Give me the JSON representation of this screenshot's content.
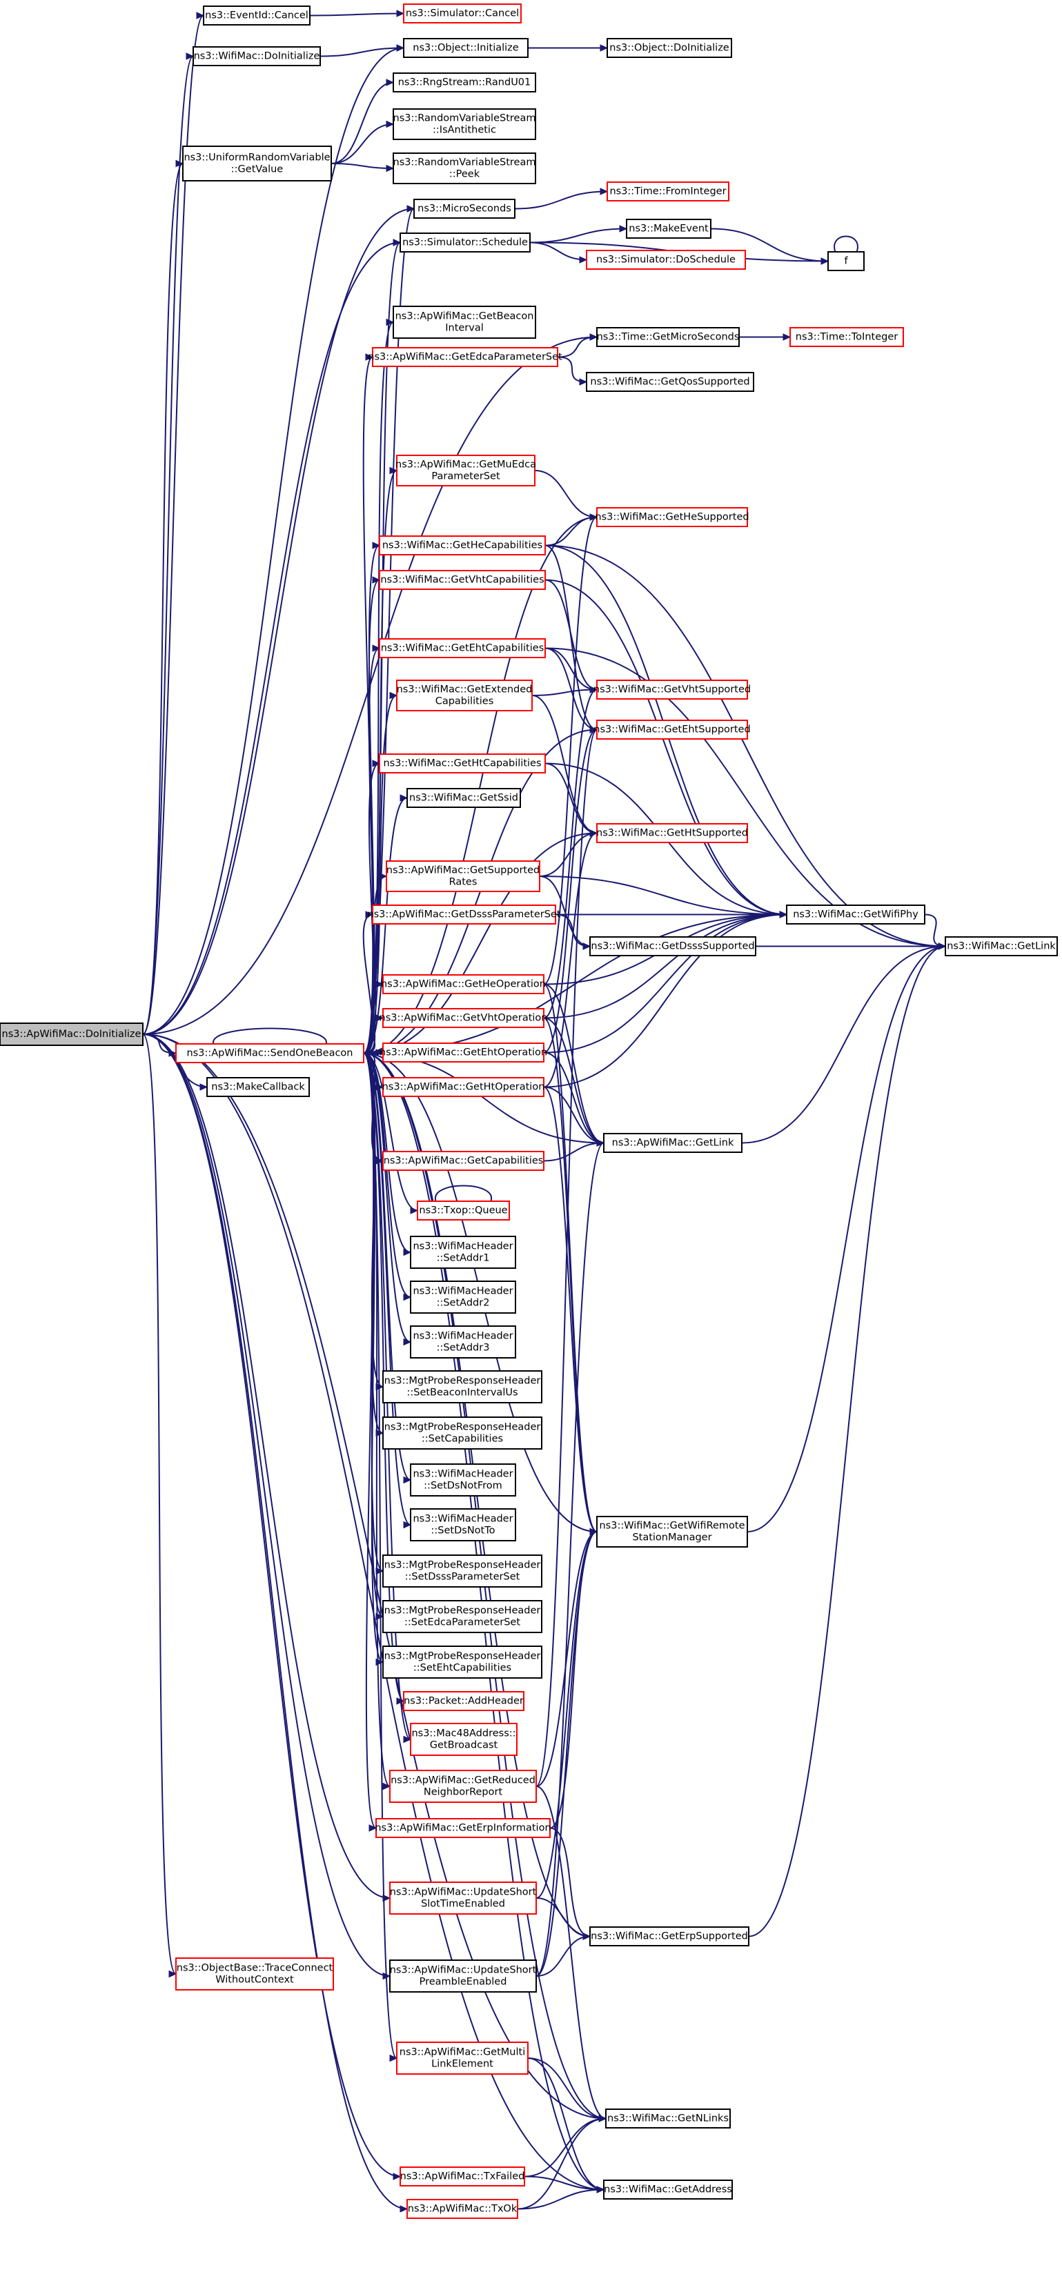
{
  "colors": {
    "edge": "#191970",
    "border_red": "#ff0000",
    "border_black": "#000000",
    "root_fill": "#bfbfbf",
    "fill": "#ffffff"
  },
  "nodes": [
    {
      "id": "root",
      "lines": [
        "ns3::ApWifiMac::DoInitialize"
      ],
      "style": "root"
    },
    {
      "id": "eventCancel",
      "lines": [
        "ns3::EventId::Cancel"
      ],
      "style": "black"
    },
    {
      "id": "simCancel",
      "lines": [
        "ns3::Simulator::Cancel"
      ],
      "style": "red"
    },
    {
      "id": "wifiDoInit",
      "lines": [
        "ns3::WifiMac::DoInitialize"
      ],
      "style": "black"
    },
    {
      "id": "objInit",
      "lines": [
        "ns3::Object::Initialize"
      ],
      "style": "black"
    },
    {
      "id": "objDoInit",
      "lines": [
        "ns3::Object::DoInitialize"
      ],
      "style": "black"
    },
    {
      "id": "randU01",
      "lines": [
        "ns3::RngStream::RandU01"
      ],
      "style": "black"
    },
    {
      "id": "isAnti",
      "lines": [
        "ns3::RandomVariableStream",
        "::IsAntithetic"
      ],
      "style": "black"
    },
    {
      "id": "uniform",
      "lines": [
        "ns3::UniformRandomVariable",
        "::GetValue"
      ],
      "style": "black"
    },
    {
      "id": "peek",
      "lines": [
        "ns3::RandomVariableStream",
        "::Peek"
      ],
      "style": "black"
    },
    {
      "id": "micro",
      "lines": [
        "ns3::MicroSeconds"
      ],
      "style": "black"
    },
    {
      "id": "fromInt",
      "lines": [
        "ns3::Time::FromInteger"
      ],
      "style": "red"
    },
    {
      "id": "schedule",
      "lines": [
        "ns3::Simulator::Schedule"
      ],
      "style": "black"
    },
    {
      "id": "makeEvent",
      "lines": [
        "ns3::MakeEvent"
      ],
      "style": "black"
    },
    {
      "id": "f",
      "lines": [
        "f"
      ],
      "style": "black"
    },
    {
      "id": "doSchedule",
      "lines": [
        "ns3::Simulator::DoSchedule"
      ],
      "style": "red"
    },
    {
      "id": "getBeacon",
      "lines": [
        "ns3::ApWifiMac::GetBeacon",
        "Interval"
      ],
      "style": "black"
    },
    {
      "id": "getMicroSec",
      "lines": [
        "ns3::Time::GetMicroSeconds"
      ],
      "style": "black"
    },
    {
      "id": "toInteger",
      "lines": [
        "ns3::Time::ToInteger"
      ],
      "style": "red"
    },
    {
      "id": "getEdca",
      "lines": [
        "ns3::ApWifiMac::GetEdcaParameterSet"
      ],
      "style": "red"
    },
    {
      "id": "qosSup",
      "lines": [
        "ns3::WifiMac::GetQosSupported"
      ],
      "style": "black"
    },
    {
      "id": "getMuEdca",
      "lines": [
        "ns3::ApWifiMac::GetMuEdca",
        "ParameterSet"
      ],
      "style": "red"
    },
    {
      "id": "heSup",
      "lines": [
        "ns3::WifiMac::GetHeSupported"
      ],
      "style": "red"
    },
    {
      "id": "heCap",
      "lines": [
        "ns3::WifiMac::GetHeCapabilities"
      ],
      "style": "red"
    },
    {
      "id": "vhtCap",
      "lines": [
        "ns3::WifiMac::GetVhtCapabilities"
      ],
      "style": "red"
    },
    {
      "id": "ehtCap",
      "lines": [
        "ns3::WifiMac::GetEhtCapabilities"
      ],
      "style": "red"
    },
    {
      "id": "extCap",
      "lines": [
        "ns3::WifiMac::GetExtended",
        "Capabilities"
      ],
      "style": "red"
    },
    {
      "id": "vhtSup",
      "lines": [
        "ns3::WifiMac::GetVhtSupported"
      ],
      "style": "red"
    },
    {
      "id": "ehtSup",
      "lines": [
        "ns3::WifiMac::GetEhtSupported"
      ],
      "style": "red"
    },
    {
      "id": "htCap",
      "lines": [
        "ns3::WifiMac::GetHtCapabilities"
      ],
      "style": "red"
    },
    {
      "id": "ssid",
      "lines": [
        "ns3::WifiMac::GetSsid"
      ],
      "style": "black"
    },
    {
      "id": "htSup",
      "lines": [
        "ns3::WifiMac::GetHtSupported"
      ],
      "style": "red"
    },
    {
      "id": "suppRates",
      "lines": [
        "ns3::ApWifiMac::GetSupported",
        "Rates"
      ],
      "style": "red"
    },
    {
      "id": "wifiPhy",
      "lines": [
        "ns3::WifiMac::GetWifiPhy"
      ],
      "style": "black"
    },
    {
      "id": "dsssParam",
      "lines": [
        "ns3::ApWifiMac::GetDsssParameterSet"
      ],
      "style": "red"
    },
    {
      "id": "getLink",
      "lines": [
        "ns3::WifiMac::GetLink"
      ],
      "style": "black"
    },
    {
      "id": "dsssSup",
      "lines": [
        "ns3::WifiMac::GetDsssSupported"
      ],
      "style": "black"
    },
    {
      "id": "heOp",
      "lines": [
        "ns3::ApWifiMac::GetHeOperation"
      ],
      "style": "red"
    },
    {
      "id": "vhtOp",
      "lines": [
        "ns3::ApWifiMac::GetVhtOperation"
      ],
      "style": "red"
    },
    {
      "id": "sendBeacon",
      "lines": [
        "ns3::ApWifiMac::SendOneBeacon"
      ],
      "style": "red"
    },
    {
      "id": "ehtOp",
      "lines": [
        "ns3::ApWifiMac::GetEhtOperation"
      ],
      "style": "red"
    },
    {
      "id": "makeCb",
      "lines": [
        "ns3::MakeCallback"
      ],
      "style": "black"
    },
    {
      "id": "htOp",
      "lines": [
        "ns3::ApWifiMac::GetHtOperation"
      ],
      "style": "red"
    },
    {
      "id": "apGetLink",
      "lines": [
        "ns3::ApWifiMac::GetLink"
      ],
      "style": "black"
    },
    {
      "id": "getCap",
      "lines": [
        "ns3::ApWifiMac::GetCapabilities"
      ],
      "style": "red"
    },
    {
      "id": "txopQueue",
      "lines": [
        "ns3::Txop::Queue"
      ],
      "style": "red"
    },
    {
      "id": "setAddr1",
      "lines": [
        "ns3::WifiMacHeader",
        "::SetAddr1"
      ],
      "style": "black"
    },
    {
      "id": "setAddr2",
      "lines": [
        "ns3::WifiMacHeader",
        "::SetAddr2"
      ],
      "style": "black"
    },
    {
      "id": "setAddr3",
      "lines": [
        "ns3::WifiMacHeader",
        "::SetAddr3"
      ],
      "style": "black"
    },
    {
      "id": "setBeaconInt",
      "lines": [
        "ns3::MgtProbeResponseHeader",
        "::SetBeaconIntervalUs"
      ],
      "style": "black"
    },
    {
      "id": "setCaps",
      "lines": [
        "ns3::MgtProbeResponseHeader",
        "::SetCapabilities"
      ],
      "style": "black"
    },
    {
      "id": "setDsNotFrom",
      "lines": [
        "ns3::WifiMacHeader",
        "::SetDsNotFrom"
      ],
      "style": "black"
    },
    {
      "id": "setDsNotTo",
      "lines": [
        "ns3::WifiMacHeader",
        "::SetDsNotTo"
      ],
      "style": "black"
    },
    {
      "id": "remoteMgr",
      "lines": [
        "ns3::WifiMac::GetWifiRemote",
        "StationManager"
      ],
      "style": "black"
    },
    {
      "id": "setDsss",
      "lines": [
        "ns3::MgtProbeResponseHeader",
        "::SetDsssParameterSet"
      ],
      "style": "black"
    },
    {
      "id": "setEdca",
      "lines": [
        "ns3::MgtProbeResponseHeader",
        "::SetEdcaParameterSet"
      ],
      "style": "black"
    },
    {
      "id": "setEht",
      "lines": [
        "ns3::MgtProbeResponseHeader",
        "::SetEhtCapabilities"
      ],
      "style": "black"
    },
    {
      "id": "addHeader",
      "lines": [
        "ns3::Packet::AddHeader"
      ],
      "style": "red"
    },
    {
      "id": "broadcast",
      "lines": [
        "ns3::Mac48Address::",
        "GetBroadcast"
      ],
      "style": "red"
    },
    {
      "id": "reduced",
      "lines": [
        "ns3::ApWifiMac::GetReduced",
        "NeighborReport"
      ],
      "style": "red"
    },
    {
      "id": "erpInfo",
      "lines": [
        "ns3::ApWifiMac::GetErpInformation"
      ],
      "style": "red"
    },
    {
      "id": "updSlot",
      "lines": [
        "ns3::ApWifiMac::UpdateShort",
        "SlotTimeEnabled"
      ],
      "style": "red"
    },
    {
      "id": "erpSup",
      "lines": [
        "ns3::WifiMac::GetErpSupported"
      ],
      "style": "black"
    },
    {
      "id": "traceConnect",
      "lines": [
        "ns3::ObjectBase::TraceConnect",
        "WithoutContext"
      ],
      "style": "red"
    },
    {
      "id": "updPreamble",
      "lines": [
        "ns3::ApWifiMac::UpdateShort",
        "PreambleEnabled"
      ],
      "style": "black"
    },
    {
      "id": "multiLink",
      "lines": [
        "ns3::ApWifiMac::GetMulti",
        "LinkElement"
      ],
      "style": "red"
    },
    {
      "id": "nLinks",
      "lines": [
        "ns3::WifiMac::GetNLinks"
      ],
      "style": "black"
    },
    {
      "id": "txFailed",
      "lines": [
        "ns3::ApWifiMac::TxFailed"
      ],
      "style": "red"
    },
    {
      "id": "getAddress",
      "lines": [
        "ns3::WifiMac::GetAddress"
      ],
      "style": "black"
    },
    {
      "id": "txOk",
      "lines": [
        "ns3::ApWifiMac::TxOk"
      ],
      "style": "red"
    }
  ],
  "edges": [
    [
      "root",
      "eventCancel"
    ],
    [
      "root",
      "wifiDoInit"
    ],
    [
      "root",
      "objInit"
    ],
    [
      "root",
      "uniform"
    ],
    [
      "root",
      "micro"
    ],
    [
      "root",
      "schedule"
    ],
    [
      "root",
      "getMicroSec"
    ],
    [
      "root",
      "sendBeacon"
    ],
    [
      "root",
      "makeCb"
    ],
    [
      "root",
      "updSlot"
    ],
    [
      "root",
      "traceConnect"
    ],
    [
      "root",
      "updPreamble"
    ],
    [
      "root",
      "nLinks"
    ],
    [
      "root",
      "txFailed"
    ],
    [
      "root",
      "txOk"
    ],
    [
      "root",
      "getAddress"
    ],
    [
      "eventCancel",
      "simCancel"
    ],
    [
      "wifiDoInit",
      "objInit"
    ],
    [
      "objInit",
      "objDoInit"
    ],
    [
      "uniform",
      "randU01"
    ],
    [
      "uniform",
      "isAnti"
    ],
    [
      "uniform",
      "peek"
    ],
    [
      "micro",
      "fromInt"
    ],
    [
      "schedule",
      "makeEvent"
    ],
    [
      "schedule",
      "doSchedule"
    ],
    [
      "schedule",
      "f"
    ],
    [
      "makeEvent",
      "f"
    ],
    [
      "f",
      "f"
    ],
    [
      "getMicroSec",
      "toInteger"
    ],
    [
      "getEdca",
      "qosSup"
    ],
    [
      "getEdca",
      "getMicroSec"
    ],
    [
      "getMuEdca",
      "heSup"
    ],
    [
      "heCap",
      "heSup"
    ],
    [
      "heCap",
      "getLink"
    ],
    [
      "heCap",
      "wifiPhy"
    ],
    [
      "heCap",
      "ehtSup"
    ],
    [
      "vhtCap",
      "vhtSup"
    ],
    [
      "vhtCap",
      "wifiPhy"
    ],
    [
      "ehtCap",
      "ehtSup"
    ],
    [
      "ehtCap",
      "getLink"
    ],
    [
      "ehtCap",
      "vhtSup"
    ],
    [
      "extCap",
      "vhtSup"
    ],
    [
      "extCap",
      "htSup"
    ],
    [
      "htCap",
      "htSup"
    ],
    [
      "htCap",
      "wifiPhy"
    ],
    [
      "suppRates",
      "htSup"
    ],
    [
      "suppRates",
      "wifiPhy"
    ],
    [
      "suppRates",
      "dsssSup"
    ],
    [
      "dsssParam",
      "dsssSup"
    ],
    [
      "dsssParam",
      "wifiPhy"
    ],
    [
      "dsssSup",
      "getLink"
    ],
    [
      "wifiPhy",
      "getLink"
    ],
    [
      "heOp",
      "heSup"
    ],
    [
      "heOp",
      "wifiPhy"
    ],
    [
      "heOp",
      "apGetLink"
    ],
    [
      "heOp",
      "remoteMgr"
    ],
    [
      "vhtOp",
      "vhtSup"
    ],
    [
      "vhtOp",
      "wifiPhy"
    ],
    [
      "vhtOp",
      "apGetLink"
    ],
    [
      "vhtOp",
      "remoteMgr"
    ],
    [
      "ehtOp",
      "ehtSup"
    ],
    [
      "ehtOp",
      "wifiPhy"
    ],
    [
      "ehtOp",
      "apGetLink"
    ],
    [
      "htOp",
      "htSup"
    ],
    [
      "htOp",
      "wifiPhy"
    ],
    [
      "htOp",
      "apGetLink"
    ],
    [
      "htOp",
      "remoteMgr"
    ],
    [
      "apGetLink",
      "getLink"
    ],
    [
      "getCap",
      "apGetLink"
    ],
    [
      "txopQueue",
      "txopQueue"
    ],
    [
      "remoteMgr",
      "getLink"
    ],
    [
      "reduced",
      "nLinks"
    ],
    [
      "reduced",
      "remoteMgr"
    ],
    [
      "reduced",
      "ehtSup"
    ],
    [
      "erpInfo",
      "erpSup"
    ],
    [
      "erpInfo",
      "remoteMgr"
    ],
    [
      "updSlot",
      "erpSup"
    ],
    [
      "updSlot",
      "remoteMgr"
    ],
    [
      "updPreamble",
      "erpSup"
    ],
    [
      "updPreamble",
      "remoteMgr"
    ],
    [
      "updPreamble",
      "apGetLink"
    ],
    [
      "erpSup",
      "getLink"
    ],
    [
      "multiLink",
      "nLinks"
    ],
    [
      "multiLink",
      "getAddress"
    ],
    [
      "txFailed",
      "nLinks"
    ],
    [
      "txFailed",
      "getAddress"
    ],
    [
      "txOk",
      "getAddress"
    ],
    [
      "txOk",
      "nLinks"
    ],
    [
      "sendBeacon",
      "sendBeacon"
    ],
    [
      "sendBeacon",
      "schedule"
    ],
    [
      "sendBeacon",
      "micro"
    ],
    [
      "sendBeacon",
      "getBeacon"
    ],
    [
      "sendBeacon",
      "getEdca"
    ],
    [
      "sendBeacon",
      "getMuEdca"
    ],
    [
      "sendBeacon",
      "heCap"
    ],
    [
      "sendBeacon",
      "vhtCap"
    ],
    [
      "sendBeacon",
      "ehtCap"
    ],
    [
      "sendBeacon",
      "extCap"
    ],
    [
      "sendBeacon",
      "htCap"
    ],
    [
      "sendBeacon",
      "ssid"
    ],
    [
      "sendBeacon",
      "suppRates"
    ],
    [
      "sendBeacon",
      "dsssParam"
    ],
    [
      "sendBeacon",
      "heOp"
    ],
    [
      "sendBeacon",
      "vhtOp"
    ],
    [
      "sendBeacon",
      "ehtOp"
    ],
    [
      "sendBeacon",
      "htOp"
    ],
    [
      "sendBeacon",
      "apGetLink"
    ],
    [
      "sendBeacon",
      "getCap"
    ],
    [
      "sendBeacon",
      "txopQueue"
    ],
    [
      "sendBeacon",
      "setAddr1"
    ],
    [
      "sendBeacon",
      "setAddr2"
    ],
    [
      "sendBeacon",
      "setAddr3"
    ],
    [
      "sendBeacon",
      "setBeaconInt"
    ],
    [
      "sendBeacon",
      "setCaps"
    ],
    [
      "sendBeacon",
      "setDsNotFrom"
    ],
    [
      "sendBeacon",
      "setDsNotTo"
    ],
    [
      "sendBeacon",
      "setDsss"
    ],
    [
      "sendBeacon",
      "setEdca"
    ],
    [
      "sendBeacon",
      "setEht"
    ],
    [
      "sendBeacon",
      "addHeader"
    ],
    [
      "sendBeacon",
      "broadcast"
    ],
    [
      "sendBeacon",
      "reduced"
    ],
    [
      "sendBeacon",
      "erpInfo"
    ],
    [
      "sendBeacon",
      "multiLink"
    ],
    [
      "sendBeacon",
      "nLinks"
    ],
    [
      "sendBeacon",
      "heSup"
    ],
    [
      "sendBeacon",
      "htSup"
    ],
    [
      "sendBeacon",
      "wifiPhy"
    ],
    [
      "sendBeacon",
      "ehtSup"
    ],
    [
      "sendBeacon",
      "remoteMgr"
    ],
    [
      "sendBeacon",
      "erpSup"
    ],
    [
      "sendBeacon",
      "getAddress"
    ]
  ]
}
